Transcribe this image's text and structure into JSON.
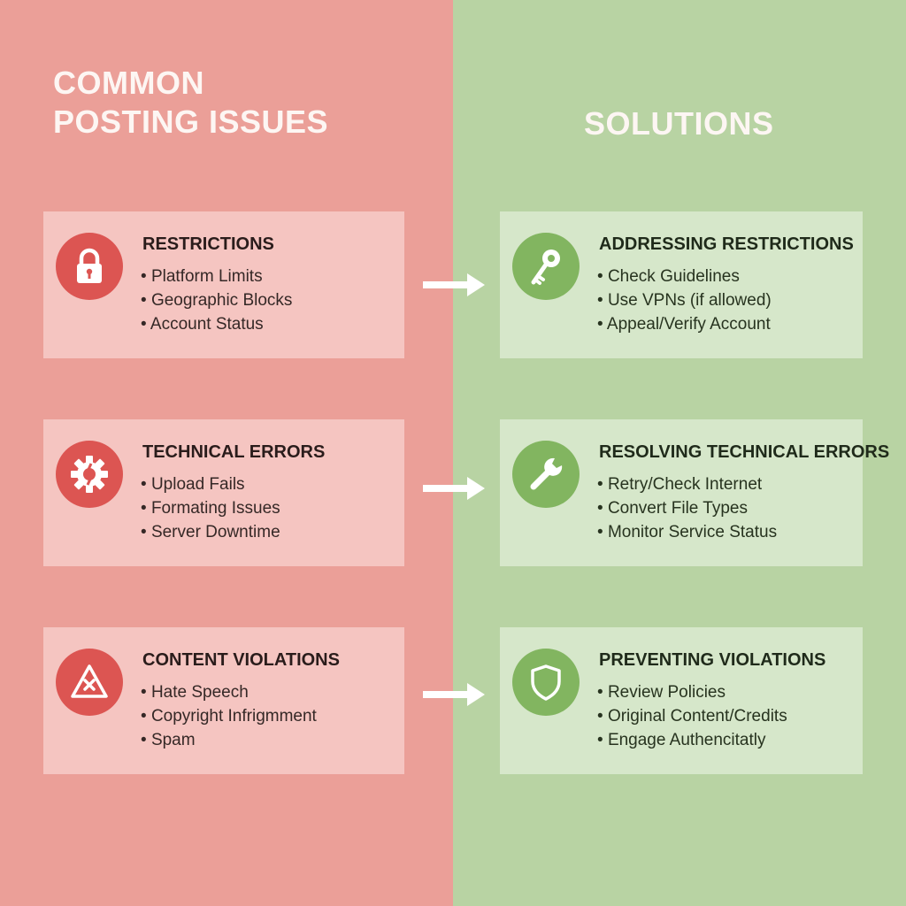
{
  "issues": {
    "title": "COMMON\nPOSTING ISSUES",
    "cards": [
      {
        "title": "RESTRICTIONS",
        "icon": "lock-icon",
        "items": [
          "Platform Limits",
          "Geographic Blocks",
          "Account Status"
        ]
      },
      {
        "title": "TECHNICAL ERRORS",
        "icon": "broken-gear-icon",
        "items": [
          "Upload Fails",
          "Formating Issues",
          "Server Downtime"
        ]
      },
      {
        "title": "CONTENT VIOLATIONS",
        "icon": "warning-triangle-icon",
        "items": [
          "Hate Speech",
          "Copyright Infrigmment",
          "Spam"
        ]
      }
    ]
  },
  "solutions": {
    "title": "SOLUTIONS",
    "cards": [
      {
        "title": "ADDRESSING RESTRICTIONS",
        "icon": "key-icon",
        "items": [
          "Check Guidelines",
          "Use VPNs (if allowed)",
          "Appeal/Verify Account"
        ]
      },
      {
        "title": "RESOLVING TECHNICAL ERRORS",
        "icon": "wrench-icon",
        "items": [
          "Retry/Check Internet",
          "Convert File Types",
          "Monitor Service Status"
        ]
      },
      {
        "title": "PREVENTING VIOLATIONS",
        "icon": "shield-icon",
        "items": [
          "Review Policies",
          "Original Content/Credits",
          "Engage Authencitatly"
        ]
      }
    ]
  },
  "colors": {
    "issues_background": "#eb9f98",
    "solutions_background": "#b8d3a3",
    "issue_card": "#f5c5c1",
    "solution_card": "#d6e7ca",
    "issue_icon": "#dc5552",
    "solution_icon": "#82b560"
  }
}
